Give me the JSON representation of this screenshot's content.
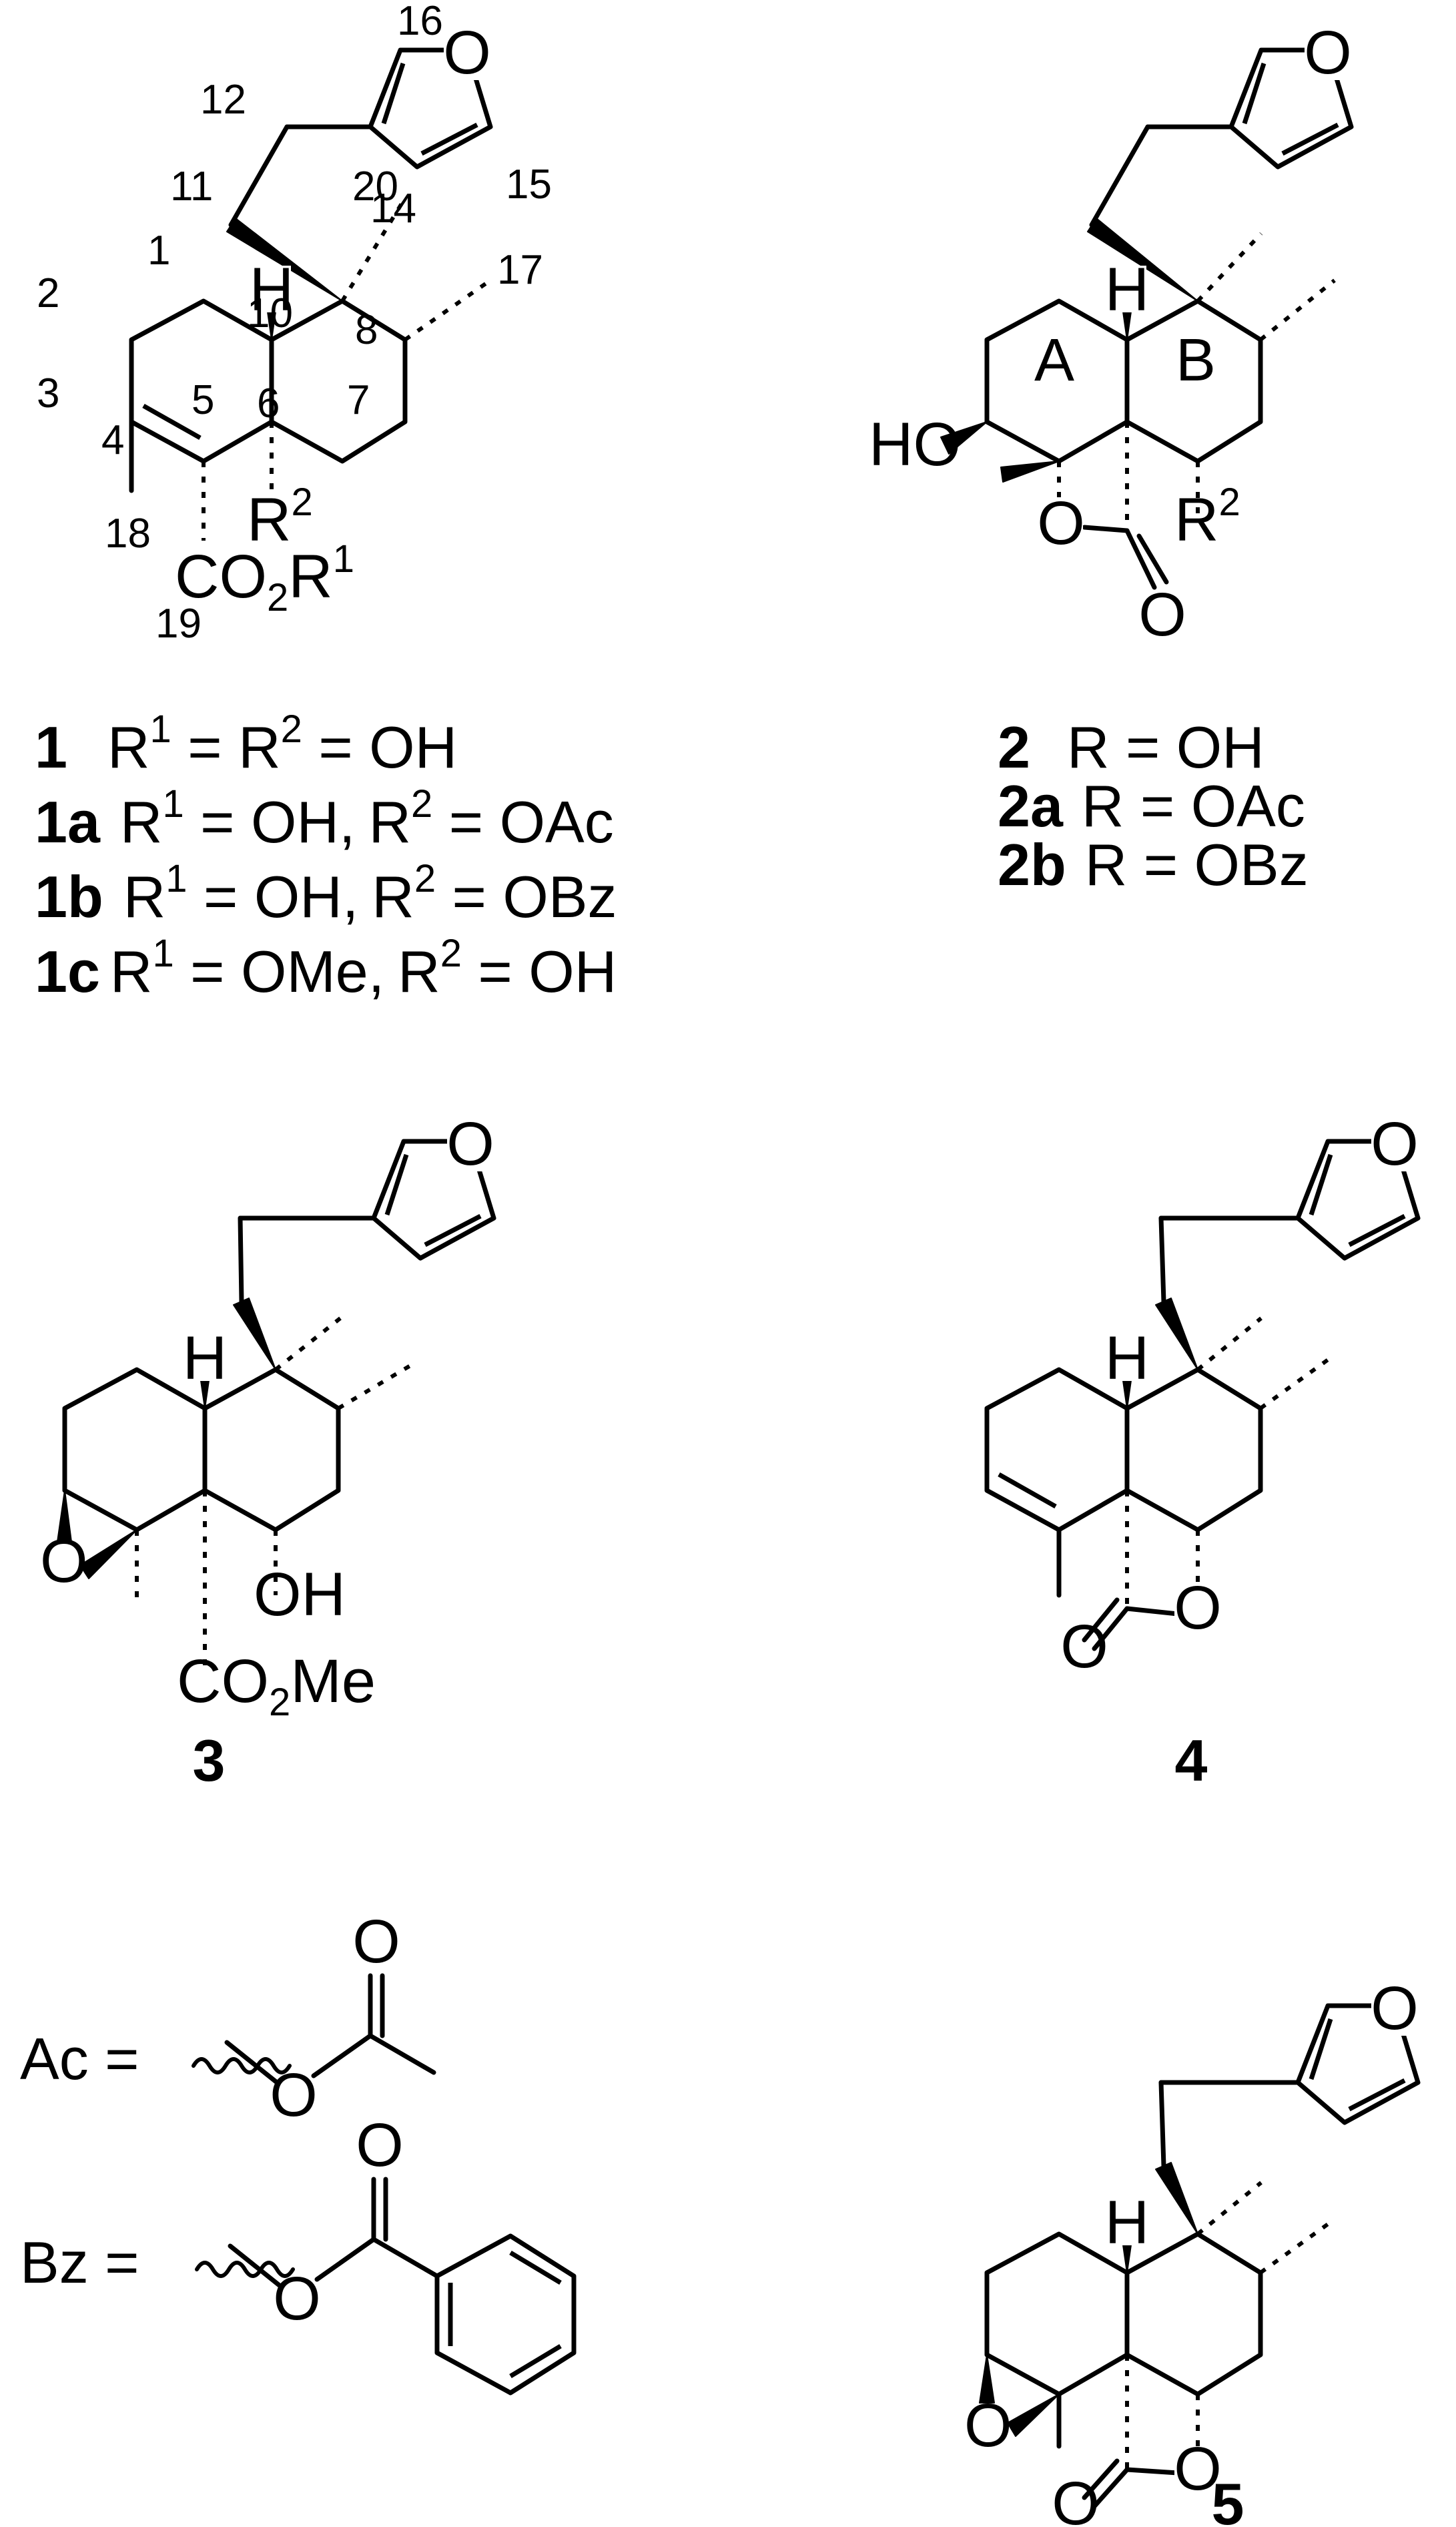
{
  "atoms": {
    "O": "O",
    "H": "H",
    "HO": "HO",
    "OH": "OH",
    "CO2": "CO",
    "sub2": "2",
    "R": "R",
    "sup1": "1",
    "sup2": "2",
    "Me": "Me"
  },
  "ring_labels": {
    "A": "A",
    "B": "B"
  },
  "numbering": {
    "n1": "1",
    "n2": "2",
    "n3": "3",
    "n4": "4",
    "n5": "5",
    "n6": "6",
    "n7": "7",
    "n8": "8",
    "n10": "10",
    "n11": "11",
    "n12": "12",
    "n14": "14",
    "n15": "15",
    "n16": "16",
    "n17": "17",
    "n18": "18",
    "n19": "19",
    "n20": "20"
  },
  "compound_labels": {
    "c1": "1",
    "c1a": "1a",
    "c1b": "1b",
    "c1c": "1c",
    "c2": "2",
    "c2a": "2a",
    "c2b": "2b",
    "c3": "3",
    "c4": "4",
    "c5": "5"
  },
  "legend": {
    "r1eq": " = R",
    "eqOH": " = OH",
    "eqOHc": " = OH,",
    "eqOAc": " = OAc",
    "eqOBz": " = OBz",
    "eqOMe": " = OMe,",
    "ROH": "R = OH",
    "ROAc": "R = OAc",
    "ROBz": "R = OBz"
  },
  "groups": {
    "ac": "Ac =",
    "bz": "Bz ="
  }
}
